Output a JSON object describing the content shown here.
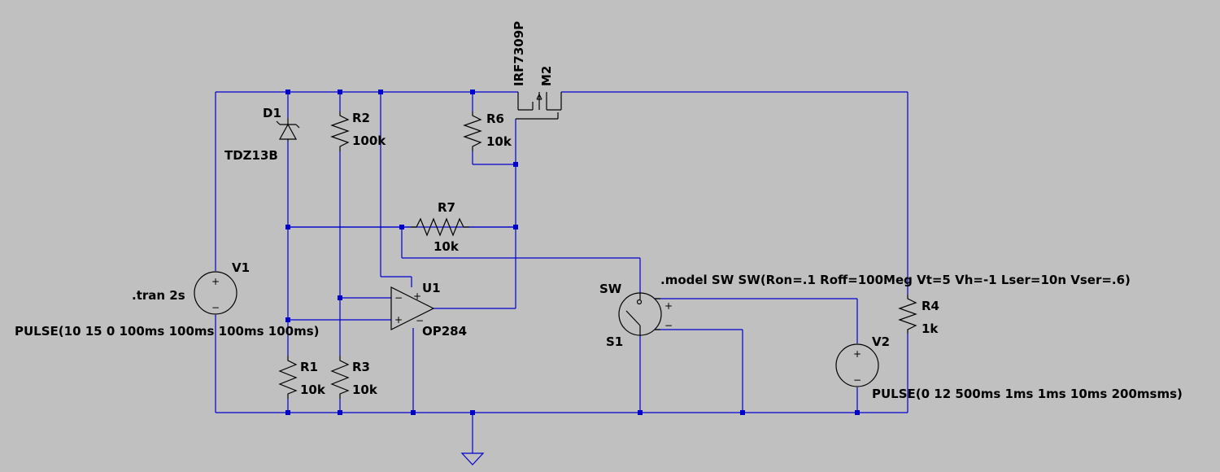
{
  "colors": {
    "background": "#c0c0c0",
    "wire": "#0000cc",
    "component": "#000000"
  },
  "components": {
    "d1": {
      "name": "D1",
      "value": "TDZ13B"
    },
    "r2": {
      "name": "R2",
      "value": "100k"
    },
    "r6": {
      "name": "R6",
      "value": "10k"
    },
    "m2": {
      "name": "M2",
      "value": "IRF7309P"
    },
    "r7": {
      "name": "R7",
      "value": "10k"
    },
    "v1": {
      "name": "V1",
      "value": "PULSE(10 15 0 100ms 100ms 100ms 100ms)"
    },
    "u1": {
      "name": "U1",
      "value": "OP284"
    },
    "r1": {
      "name": "R1",
      "value": "10k"
    },
    "r3": {
      "name": "R3",
      "value": "10k"
    },
    "s1": {
      "name": "S1",
      "model": "SW"
    },
    "r4": {
      "name": "R4",
      "value": "1k"
    },
    "v2": {
      "name": "V2",
      "value": "PULSE(0 12 500ms 1ms 1ms 10ms 200msms)"
    }
  },
  "directives": {
    "tran": ".tran 2s",
    "model": ".model SW SW(Ron=.1 Roff=100Meg Vt=5 Vh=-1 Lser=10n Vser=.6)"
  },
  "symbols": {
    "plus": "+",
    "minus": "−"
  }
}
